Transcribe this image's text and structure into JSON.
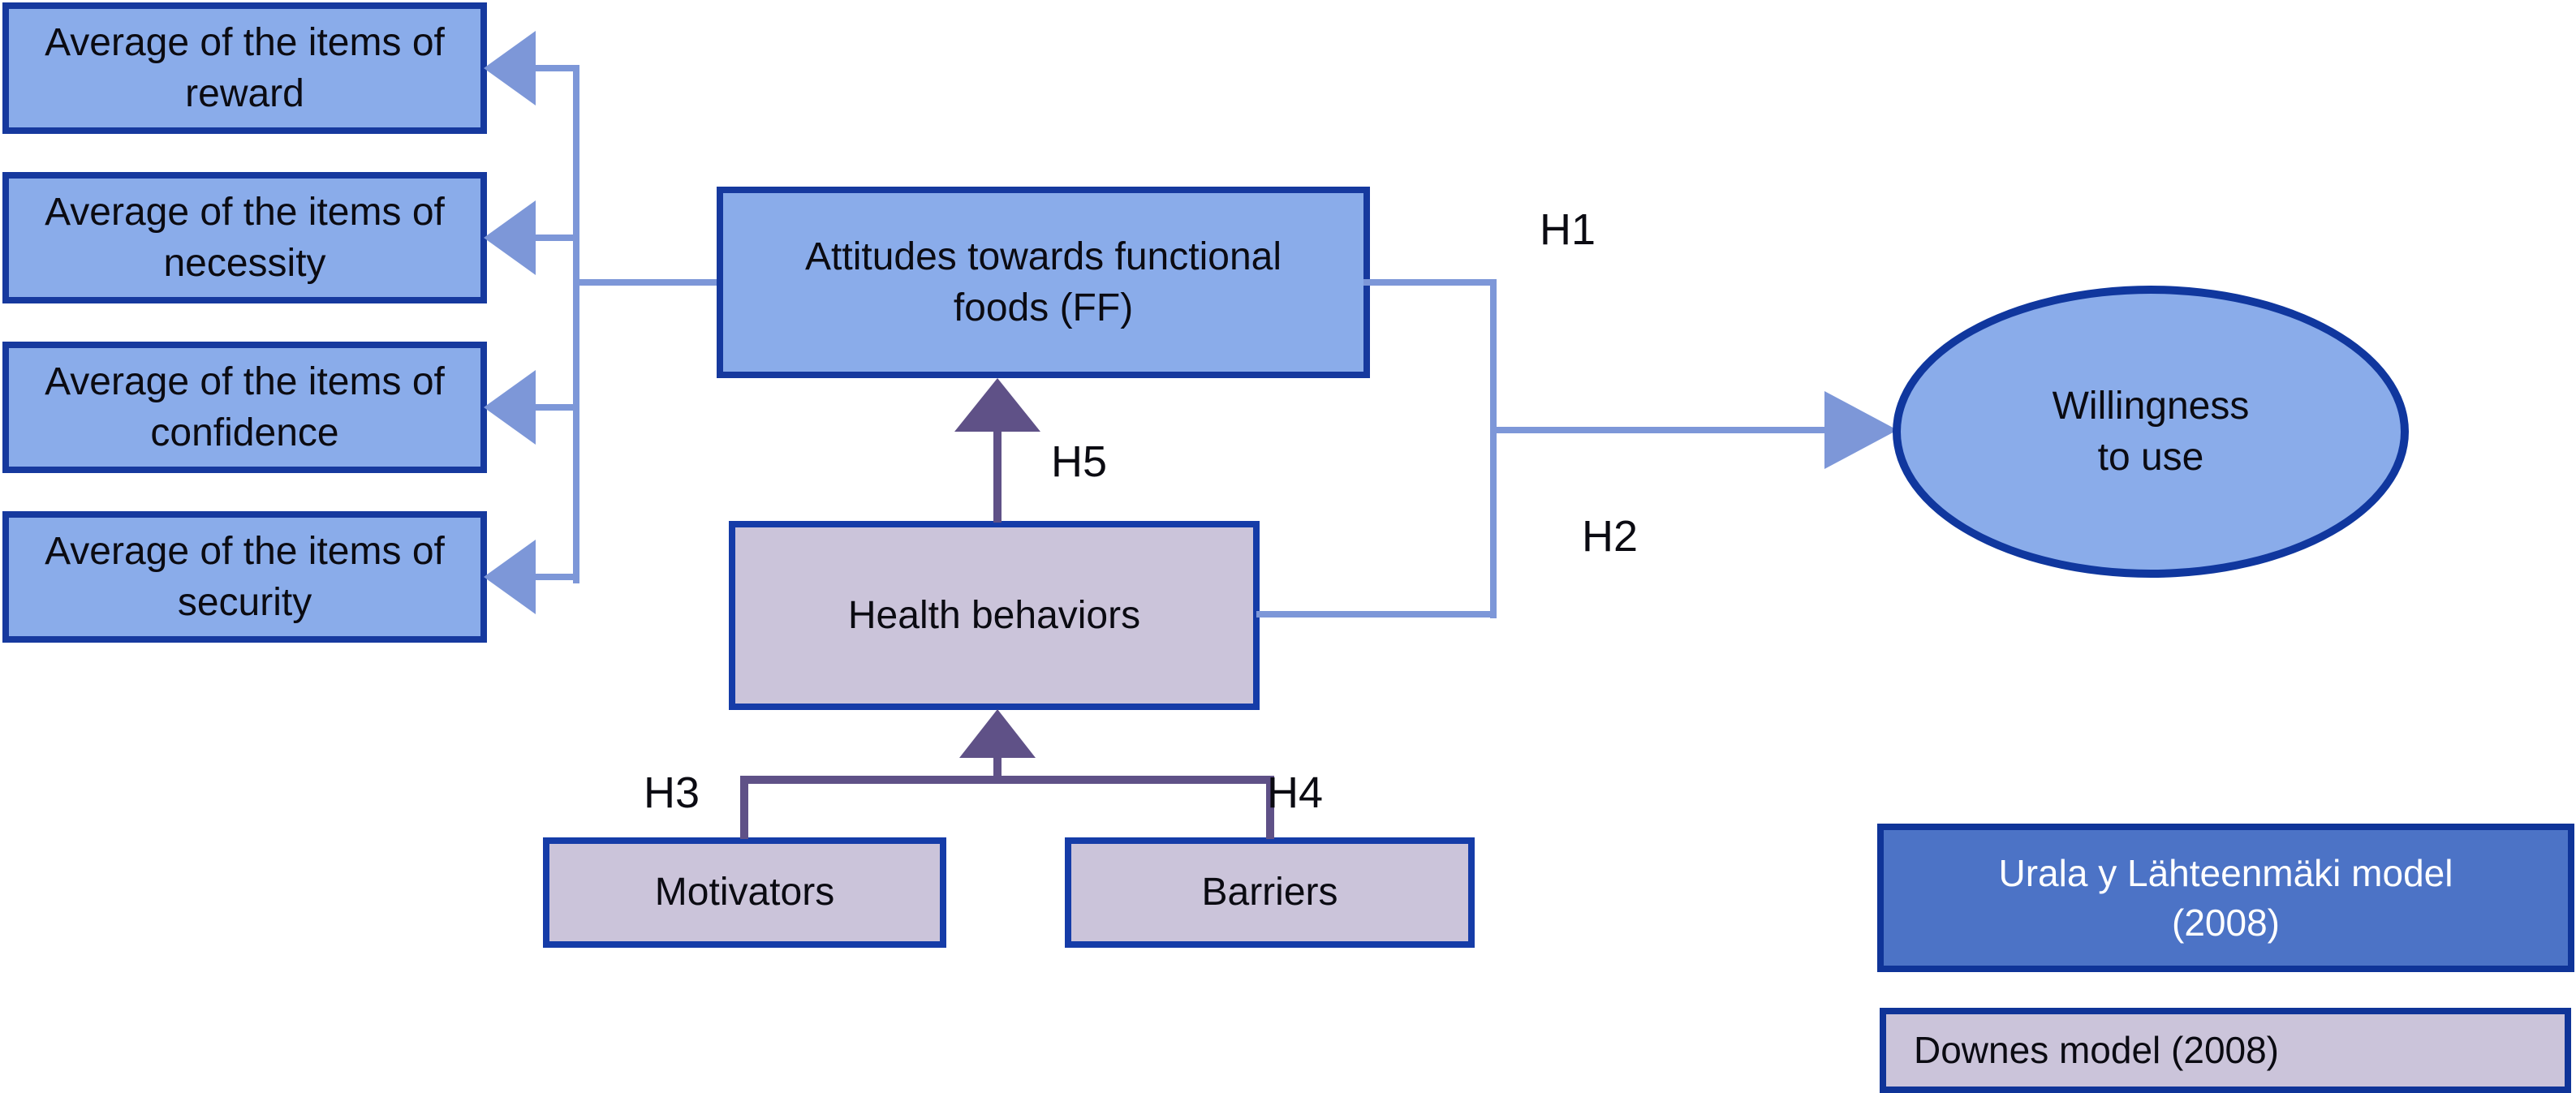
{
  "diagram": {
    "nodes": {
      "reward": {
        "lines": [
          "Average of the items of",
          "reward"
        ]
      },
      "necessity": {
        "lines": [
          "Average of the items of",
          "necessity"
        ]
      },
      "confidence": {
        "lines": [
          "Average of the items of",
          "confidence"
        ]
      },
      "security": {
        "lines": [
          "Average of the items of",
          "security"
        ]
      },
      "attitudes": {
        "lines": [
          "Attitudes towards functional",
          "foods (FF)"
        ]
      },
      "health": {
        "lines": [
          "Health behaviors"
        ]
      },
      "motivators": {
        "lines": [
          "Motivators"
        ]
      },
      "barriers": {
        "lines": [
          "Barriers"
        ]
      },
      "willingness": {
        "lines": [
          "Willingness",
          "to use"
        ]
      }
    },
    "hypothesis_labels": {
      "h1": "H1",
      "h2": "H2",
      "h3": "H3",
      "h4": "H4",
      "h5": "H5"
    },
    "edges": [
      {
        "from": "attitudes",
        "to": "reward",
        "label": ""
      },
      {
        "from": "attitudes",
        "to": "necessity",
        "label": ""
      },
      {
        "from": "attitudes",
        "to": "confidence",
        "label": ""
      },
      {
        "from": "attitudes",
        "to": "security",
        "label": ""
      },
      {
        "from": "attitudes",
        "to": "willingness",
        "label": "H1"
      },
      {
        "from": "health",
        "to": "willingness",
        "label": "H2"
      },
      {
        "from": "motivators",
        "to": "health",
        "label": "H3"
      },
      {
        "from": "barriers",
        "to": "health",
        "label": "H4"
      },
      {
        "from": "health",
        "to": "attitudes",
        "label": "H5"
      }
    ],
    "legend": {
      "urala": {
        "lines": [
          "Urala y Lähteenmäki model",
          "(2008)"
        ]
      },
      "downes": {
        "lines": [
          "Downes model (2008)"
        ]
      }
    },
    "colors": {
      "node_blue_fill": "#8AACEA",
      "node_blue_border": "#16399E",
      "node_lavender_fill": "#CBC4DA",
      "connector_light_blue": "#7D97D8",
      "connector_purple": "#5F5187",
      "legend_blue_fill": "#4C73C6",
      "legend_text_white": "#FFFFFF",
      "text_dark": "#0B0B12"
    }
  }
}
